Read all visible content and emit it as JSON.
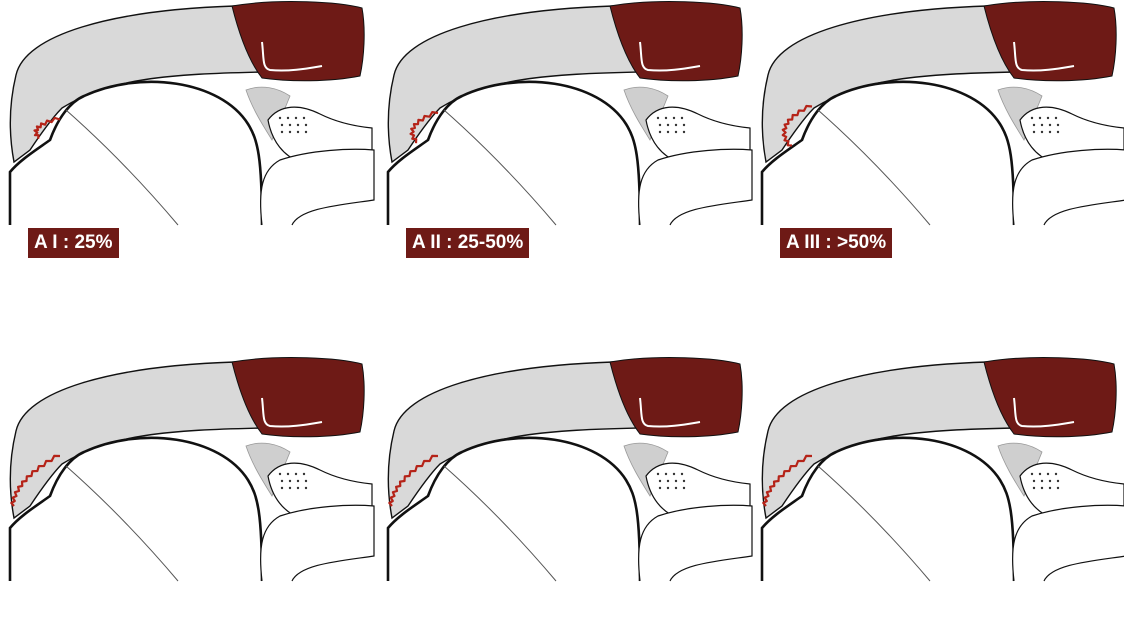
{
  "colors": {
    "muscle": "#6e1a16",
    "tendon": "#d9d9d9",
    "outline": "#111111",
    "tear": "#b52318",
    "bone_fill": "#ffffff",
    "label_bg": "#6e1a16",
    "label_text": "#ffffff"
  },
  "panels": [
    {
      "row": 1,
      "col": 1,
      "label": "A I : 25%",
      "tear_extent": 0.25
    },
    {
      "row": 1,
      "col": 2,
      "label": "A II : 25-50%",
      "tear_extent": 0.5
    },
    {
      "row": 1,
      "col": 3,
      "label": "A III : >50%",
      "tear_extent": 0.75
    },
    {
      "row": 2,
      "col": 1,
      "label": "",
      "tear_extent": 1.0
    },
    {
      "row": 2,
      "col": 2,
      "label": "",
      "tear_extent": 1.0
    },
    {
      "row": 2,
      "col": 3,
      "label": "",
      "tear_extent": 1.0
    }
  ]
}
